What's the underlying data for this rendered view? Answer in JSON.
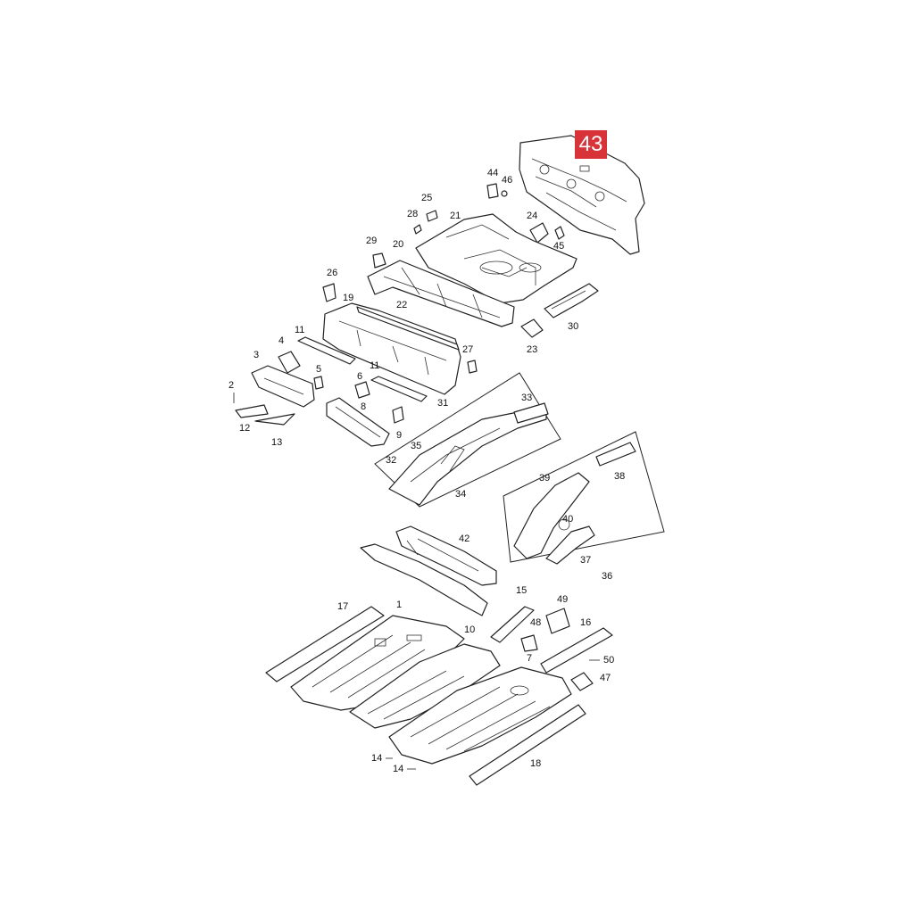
{
  "highlight_part": "43",
  "labels": [
    "1",
    "2",
    "3",
    "4",
    "5",
    "6",
    "7",
    "8",
    "9",
    "10",
    "11",
    "11",
    "12",
    "13",
    "14",
    "14",
    "15",
    "16",
    "17",
    "18",
    "19",
    "20",
    "21",
    "22",
    "23",
    "24",
    "25",
    "26",
    "27",
    "28",
    "29",
    "30",
    "31",
    "32",
    "33",
    "34",
    "35",
    "36",
    "37",
    "38",
    "39",
    "40",
    "42",
    "44",
    "45",
    "46",
    "47",
    "48",
    "49",
    "50"
  ],
  "colors": {
    "highlight": "#d83339",
    "line": "#222222"
  }
}
